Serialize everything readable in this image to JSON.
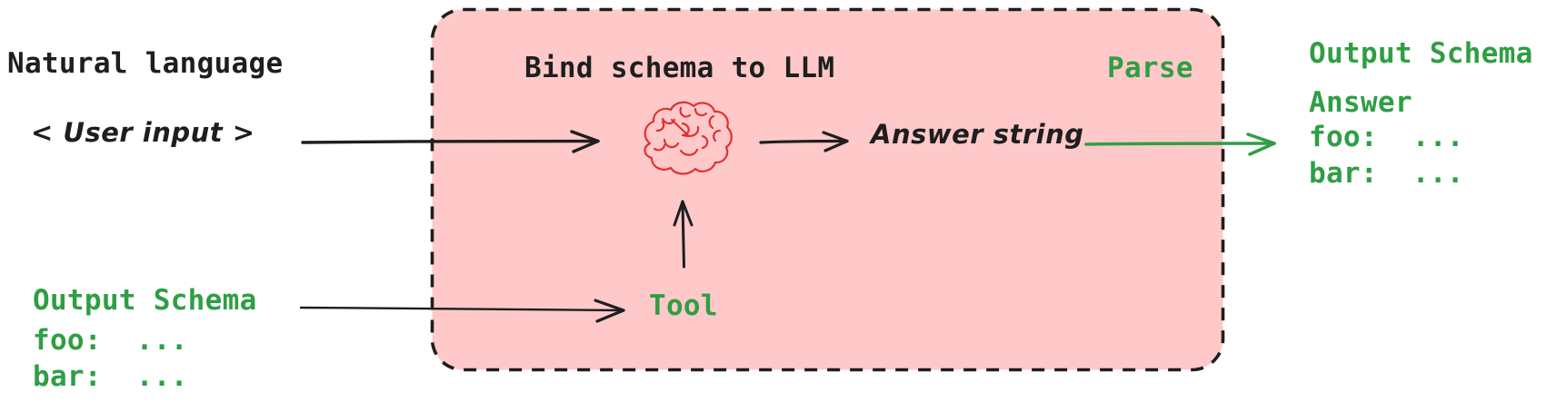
{
  "colors": {
    "ink": "#1e1e1e",
    "accent_green": "#2f9e44",
    "box_fill_pink": "#ffc9c9",
    "brain_red": "#e03131",
    "background": "#ffffff"
  },
  "input_group": {
    "title": "Natural language",
    "value": "< User input >"
  },
  "schema_input_group": {
    "title": "Output Schema",
    "foo_line": "foo:  ...",
    "bar_line": "bar:  ..."
  },
  "llm_box": {
    "title": "Bind schema to LLM",
    "parse_label": "Parse",
    "tool_label": "Tool",
    "answer_string_label": "Answer string"
  },
  "icons": {
    "llm": "brain-icon"
  },
  "output_group": {
    "title": "Output Schema",
    "class_line": "Answer",
    "foo_line": "foo:  ...",
    "bar_line": "bar:  ..."
  }
}
